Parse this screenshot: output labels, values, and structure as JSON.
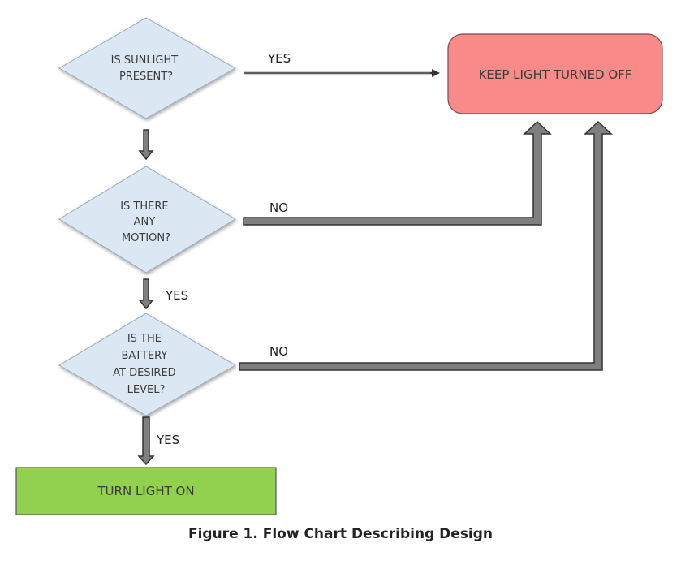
{
  "nodes": {
    "sunlight": {
      "lines": [
        "IS SUNLIGHT",
        "PRESENT?"
      ]
    },
    "motion": {
      "lines": [
        "IS THERE",
        "ANY",
        "MOTION?"
      ]
    },
    "battery": {
      "lines": [
        "IS THE",
        "BATTERY",
        "AT DESIRED",
        "LEVEL?"
      ]
    },
    "keep_off": {
      "label": "KEEP LIGHT TURNED OFF"
    },
    "turn_on": {
      "label": "TURN LIGHT ON"
    }
  },
  "edges": {
    "sunlight_yes": "YES",
    "motion_no": "NO",
    "motion_yes": "YES",
    "battery_no": "NO",
    "battery_yes": "YES"
  },
  "caption": "Figure 1. Flow Chart Describing Design",
  "colors": {
    "decision_fill": "#dbe7f2",
    "decision_stroke": "#9aa8b6",
    "keep_off_fill": "#f88a8a",
    "keep_off_stroke": "#7a4a4a",
    "turn_on_fill": "#92d050",
    "turn_on_stroke": "#555555",
    "arrow_fill": "#7f7f7f",
    "arrow_stroke": "#333333"
  }
}
